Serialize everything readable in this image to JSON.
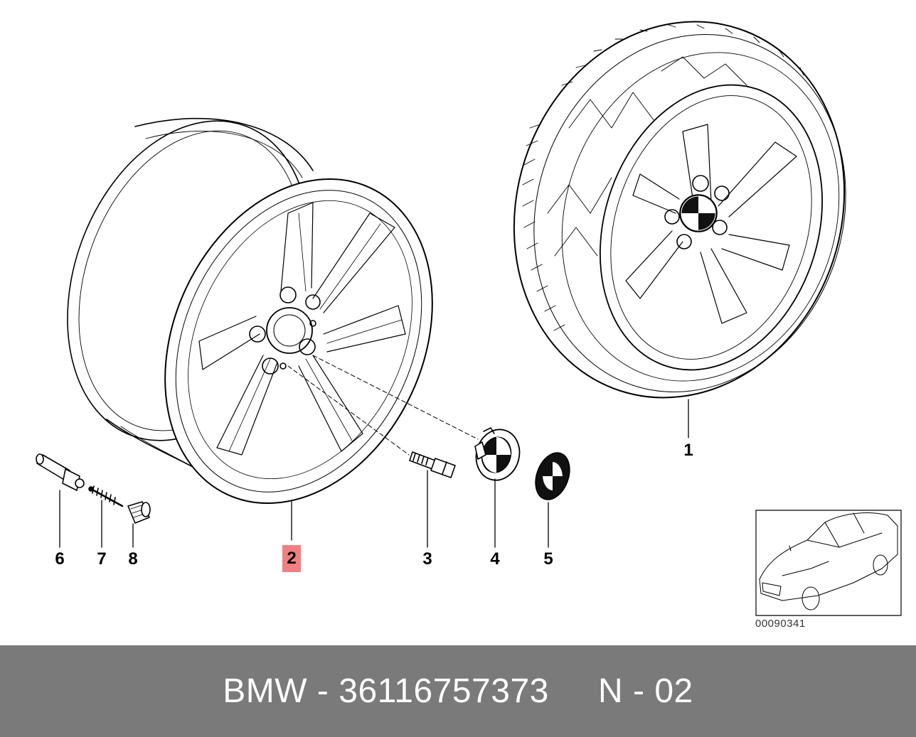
{
  "callouts": {
    "c1": "1",
    "c2": "2",
    "c3": "3",
    "c4": "4",
    "c5": "5",
    "c6": "6",
    "c7": "7",
    "c8": "8"
  },
  "highlight_color": "#f08080",
  "reference_code": "00090341",
  "footer": {
    "text": "BMW - 36116757373     N - 02",
    "background": "#7a7a7a"
  }
}
